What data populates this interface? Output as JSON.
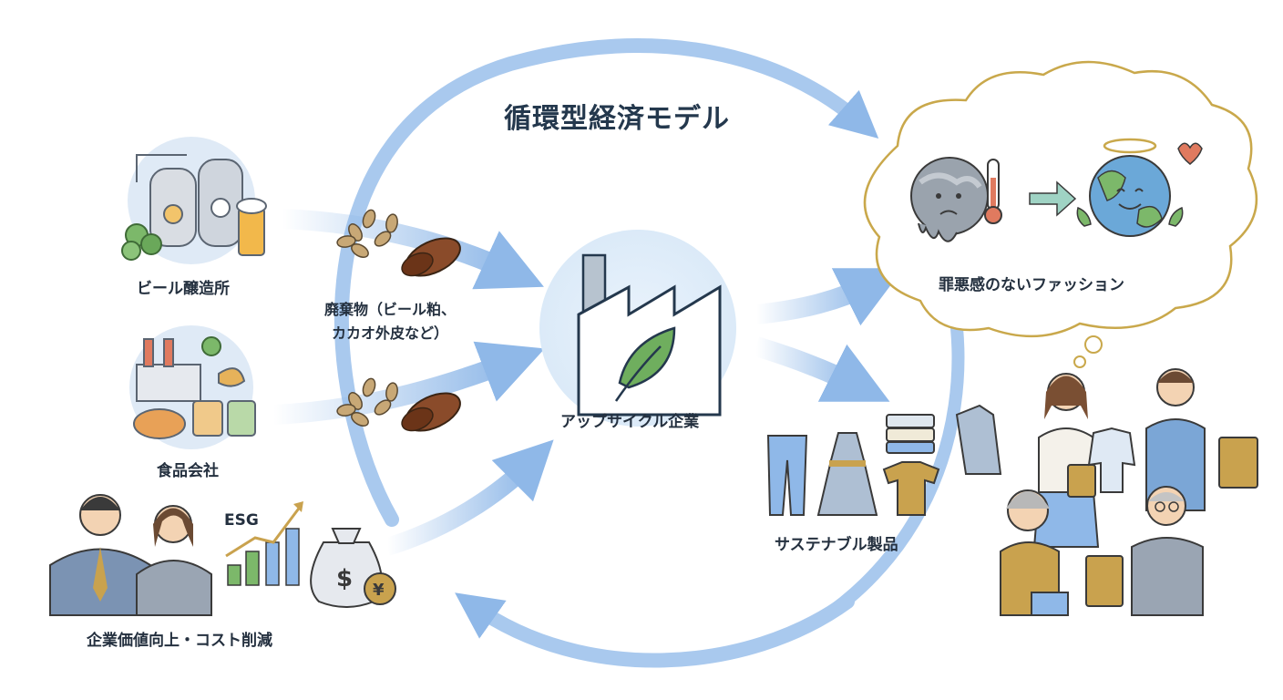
{
  "title": "循環型経済モデル",
  "nodes": {
    "brewery": "ビール醸造所",
    "food_company": "食品会社",
    "corporate": "企業価値向上・コスト削減",
    "upcycle": "アップサイクル企業",
    "products": "サステナブル製品",
    "guilt_free": "罪悪感のないファッション"
  },
  "waste_label": "廃棄物（ビール粕、\nカカオ外皮など）",
  "esg_label": "ESG",
  "currency": {
    "dollar": "$",
    "yen": "¥"
  },
  "colors": {
    "arrow": "#8fb8e8",
    "cloud_border": "#c9a84b",
    "leaf": "#6fae5e",
    "gold": "#c9a24e",
    "text": "#24303f"
  }
}
